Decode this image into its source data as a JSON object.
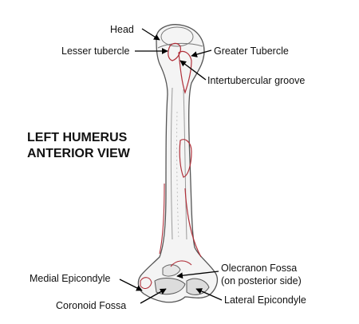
{
  "title": {
    "line1": "LEFT HUMERUS",
    "line2": "ANTERIOR VIEW"
  },
  "labels": {
    "head": "Head",
    "lesser_tubercle": "Lesser tubercle",
    "greater_tubercle": "Greater Tubercle",
    "intertubercular_groove": "Intertubercular groove",
    "olecranon_fossa": "Olecranon Fossa",
    "olecranon_fossa_note": "(on posterior side)",
    "medial_epicondyle": "Medial Epicondyle",
    "lateral_epicondyle": "Lateral Epicondyle",
    "coronoid_fossa": "Coronoid Fossa"
  },
  "colors": {
    "bone_outline": "#555555",
    "bone_shade": "#9a9a9a",
    "muscle_line": "#b0303a",
    "arrow": "#000000"
  }
}
